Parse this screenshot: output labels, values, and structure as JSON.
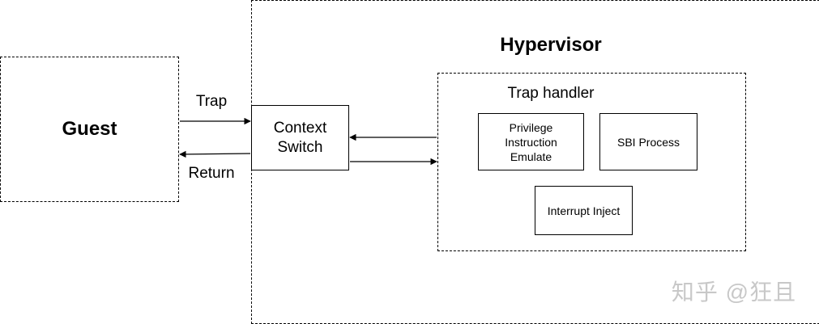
{
  "guest": {
    "label": "Guest"
  },
  "hypervisor": {
    "title": "Hypervisor"
  },
  "context_switch": {
    "line1": "Context",
    "line2": "Switch"
  },
  "trap_handler": {
    "title": "Trap handler",
    "privilege": {
      "line1": "Privilege",
      "line2": "Instruction",
      "line3": "Emulate"
    },
    "sbi": "SBI Process",
    "interrupt": "Interrupt Inject"
  },
  "arrows": {
    "trap": "Trap",
    "return": "Return"
  },
  "watermark": "知乎 @狂且"
}
